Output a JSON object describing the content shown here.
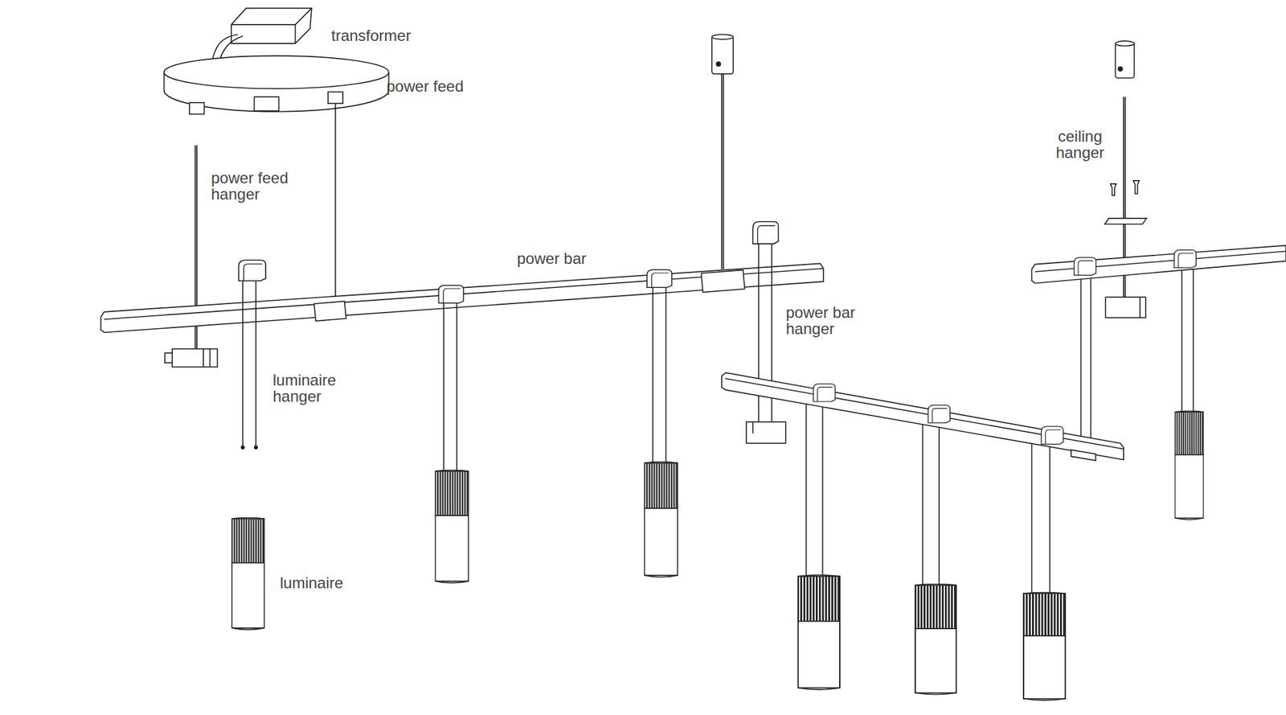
{
  "diagram": {
    "labels": [
      "transformer",
      "power feed",
      "power feed hanger",
      "power bar",
      "luminaire hanger",
      "power bar hanger",
      "ceiling hanger",
      "luminaire"
    ]
  }
}
